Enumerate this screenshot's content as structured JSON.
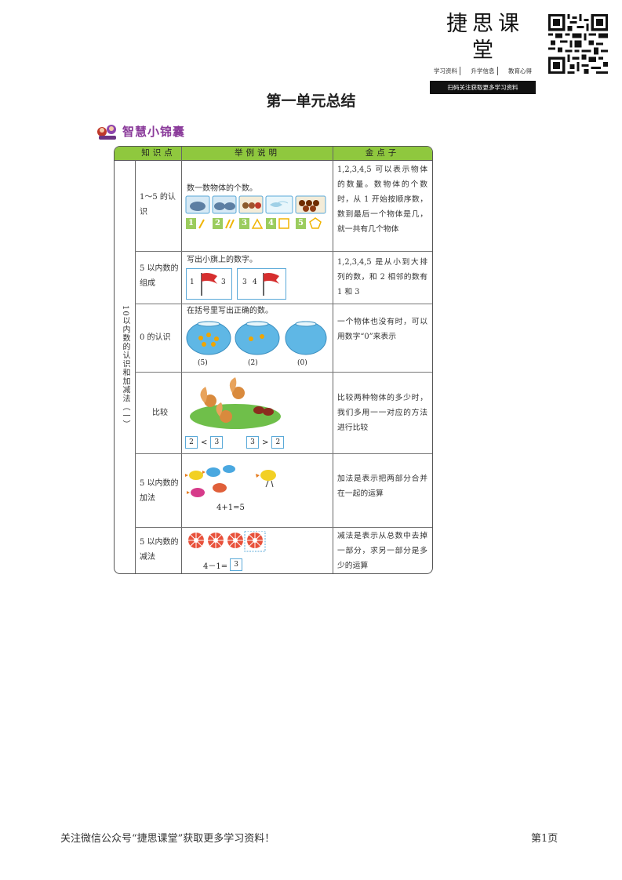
{
  "logo": {
    "title": "捷思课堂",
    "sub": [
      "学习资料",
      "升学信息",
      "教育心得"
    ],
    "bar": "扫码关注获取更多学习资料"
  },
  "page_title": "第一单元总结",
  "section_heading": "智慧小锦囊",
  "table": {
    "headers": [
      "知识点",
      "举例说明",
      "金点子"
    ],
    "side_label": "10以内数的认识和加减法（一）",
    "rows": [
      {
        "topic": "1～5 的认识",
        "example": "数一数物体的个数。",
        "example_labels": [
          "1",
          "2",
          "3",
          "4",
          "5"
        ],
        "tip": "1,2,3,4,5 可以表示物体的数量。数物体的个数时，从 1 开始按顺序数，数到最后一个物体是几，就一共有几个物体"
      },
      {
        "topic": "5 以内数的组成",
        "example": "写出小旗上的数字。",
        "flag_a": [
          "1",
          "3"
        ],
        "flag_b": [
          "3",
          "4"
        ],
        "tip": "1,2,3,4,5 是从小到大排列的数，和 2 相邻的数有 1 和 3"
      },
      {
        "topic": "0 的认识",
        "example": "在括号里写出正确的数。",
        "bowl_labels": [
          "(5)",
          "(2)",
          "(0)"
        ],
        "tip": "一个物体也没有时，可以用数字“0”来表示"
      },
      {
        "topic": "比较",
        "compare_a": [
          "2",
          "<",
          "3"
        ],
        "compare_b": [
          "3",
          ">",
          "2"
        ],
        "tip": "比较两种物体的多少时，我们多用一一对应的方法进行比较"
      },
      {
        "topic": "5 以内数的加法",
        "equation": "4+1=5",
        "tip": "加法是表示把两部分合并在一起的运算"
      },
      {
        "topic": "5 以内数的减法",
        "equation": "4－1=",
        "answer": "3",
        "tip": "减法是表示从总数中去掉一部分，求另一部分是多少的运算"
      }
    ]
  },
  "footer": {
    "left": "关注微信公众号“捷思课堂”获取更多学习资料！",
    "right": "第1页"
  },
  "colors": {
    "header_green": "#8fc83e",
    "heading_purple": "#8a3a9a",
    "box_blue": "#5aa9d8"
  }
}
